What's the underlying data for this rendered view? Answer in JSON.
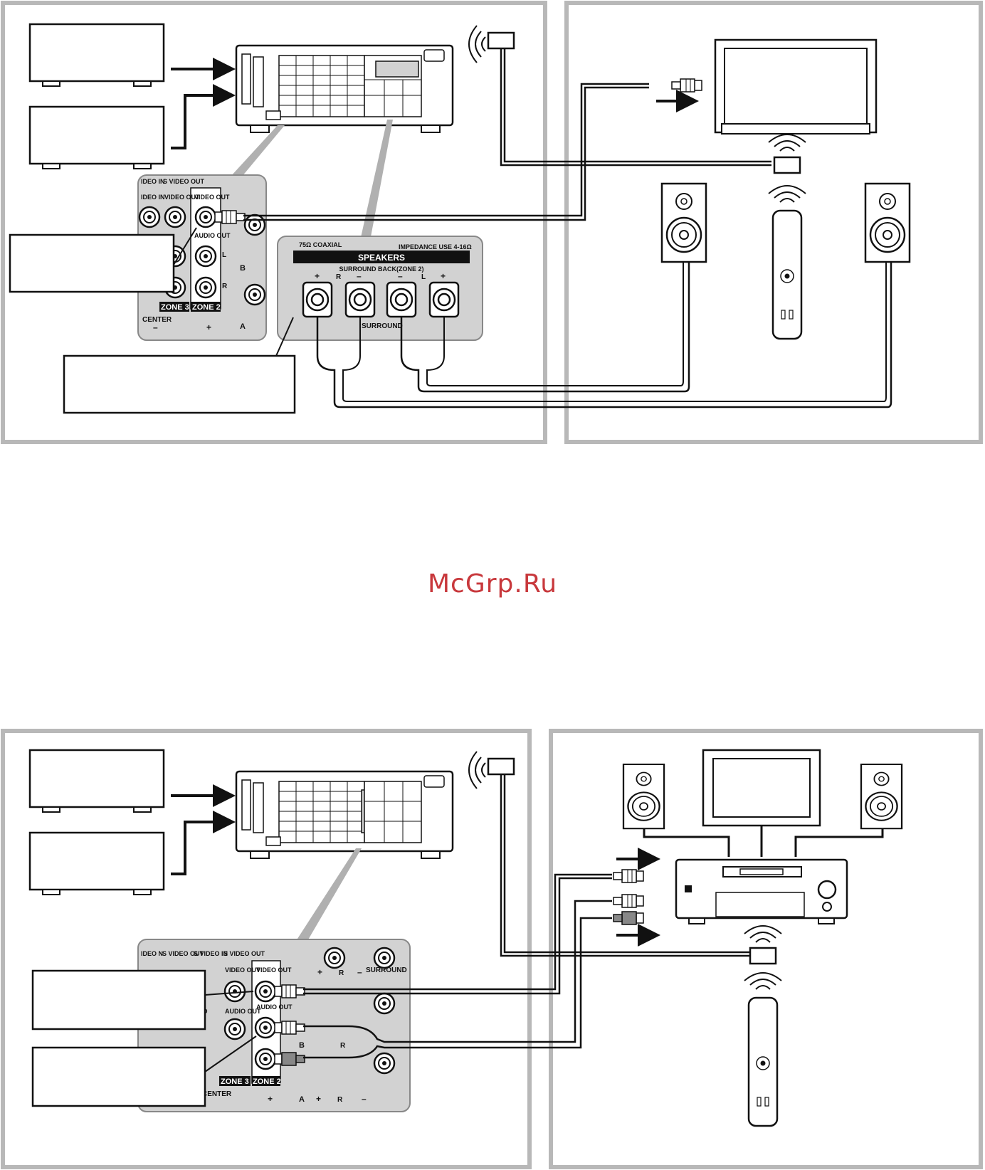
{
  "watermark": "McGrp.Ru",
  "colors": {
    "panel_border": "#b8b8b8",
    "jack_panel": "#d2d2d2",
    "line": "#111111",
    "watermark": "#c8383c"
  },
  "top_diagram": {
    "jack_panel": {
      "top_left_label_1": "IDEO IN",
      "top_left_label_2": "IDEO IN",
      "svideo_out": "S VIDEO OUT",
      "video_out_small": "VIDEO OUT",
      "video_out": "VIDEO OUT",
      "audio_out": "AUDIO OUT",
      "l": "L",
      "r": "R",
      "zone3": "ZONE 3",
      "zone2": "ZONE 2",
      "center": "CENTER",
      "plus": "+",
      "minus": "–",
      "b": "B",
      "a": "A"
    },
    "speaker_panel": {
      "coaxial": "75Ω COAXIAL",
      "impedance": "IMPEDANCE USE 4-16Ω",
      "speakers": "SPEAKERS",
      "surround_back": "SURROUND BACK(ZONE 2)",
      "surround": "SURROUND",
      "r": "R",
      "l": "L",
      "plus": "+",
      "minus": "–"
    }
  },
  "bottom_diagram": {
    "jack_panel": {
      "top_left_label_1": "IDEO N",
      "svideo_out_1": "S VIDEO OUT",
      "svideo_in": "S VIDEO IN",
      "svideo_out_2": "S VIDEO OUT",
      "video_out_small": "VIDEO OUT",
      "video_out": "VIDEO OUT",
      "audio_out_small": "AUDIO OUT",
      "audio_out": "AUDIO OUT",
      "surround": "SURROUND",
      "zone3": "ZONE 3",
      "zone2": "ZONE 2",
      "center": "CENTER",
      "b": "B",
      "a": "A",
      "r": "R",
      "plus": "+",
      "minus": "–",
      "io": "IO"
    }
  }
}
